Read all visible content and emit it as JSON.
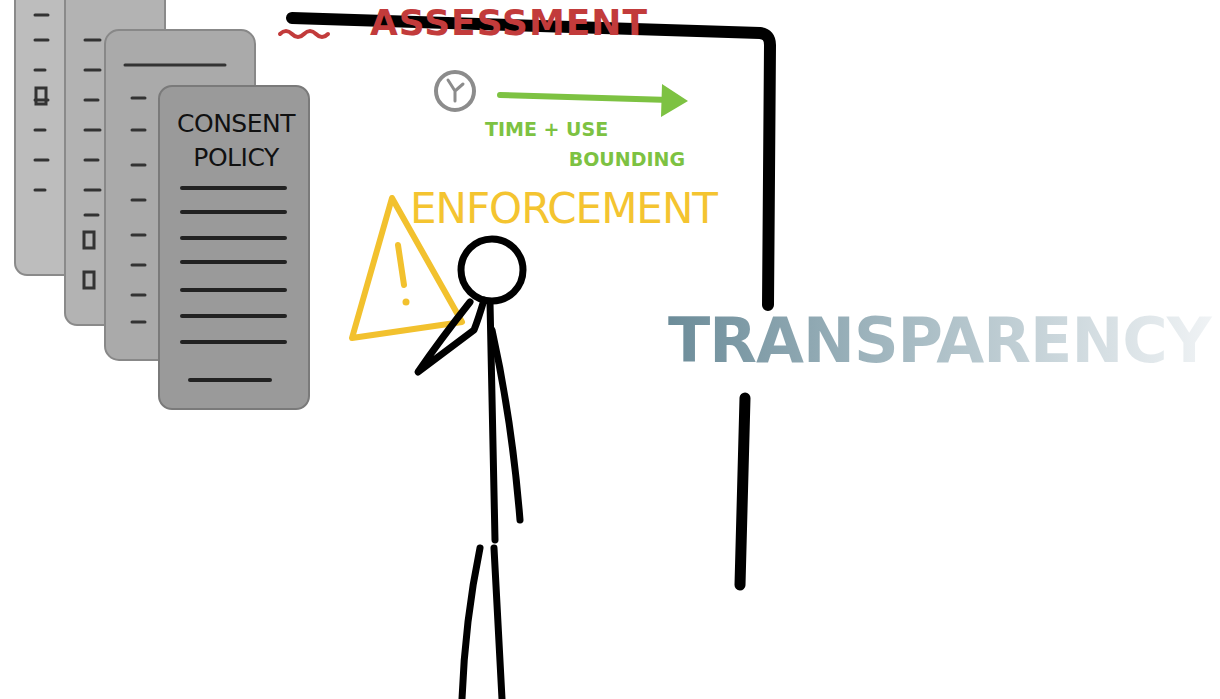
{
  "diagram": {
    "nodes": [
      {
        "text": [
          "CONSENT POLICY"
        ]
      }
    ],
    "labels": [
      "ASSESSMENT",
      "TIME + USE BOUNDING",
      "ENFORCEMENT",
      "TRANSPARENCY"
    ]
  }
}
